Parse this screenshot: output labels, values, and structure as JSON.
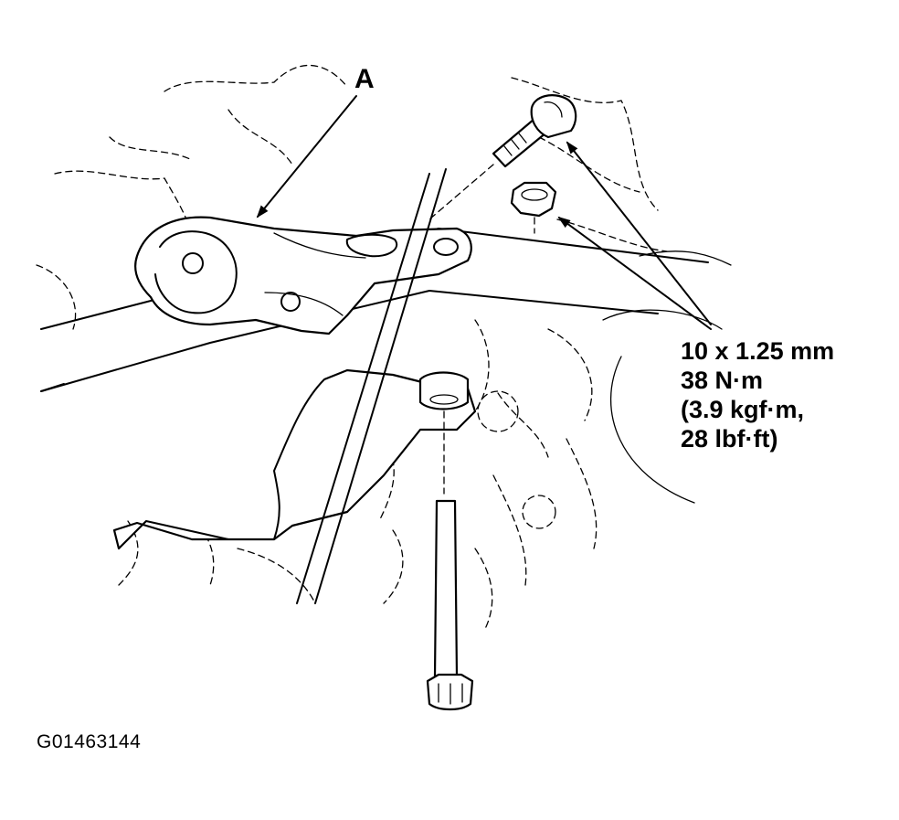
{
  "labels": {
    "part_a": "A",
    "spec_lines": [
      "10 x 1.25 mm",
      "38 N·m",
      "(3.9 kgf·m,",
      "28 lbf·ft)"
    ],
    "figure_id": "G01463144"
  }
}
